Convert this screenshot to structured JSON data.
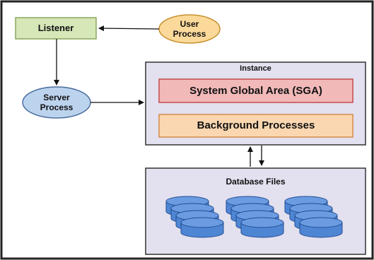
{
  "nodes": {
    "listener": "Listener",
    "user_process": "User\nProcess",
    "server_process": "Server\nProcess",
    "instance": "Instance",
    "sga": "System Global Area (SGA)",
    "background": "Background Processes",
    "database_files": "Database Files"
  },
  "colors": {
    "frame_border": "#222222",
    "listener_fill": "#d6e7b8",
    "listener_border": "#8aa65a",
    "user_fill": "#fbd99a",
    "user_border": "#c7902e",
    "server_fill": "#bcd3ee",
    "server_border": "#4c6e9e",
    "panel_fill": "#e3e0ef",
    "panel_border": "#333333",
    "sga_fill": "#f2b9b9",
    "sga_border": "#c64a4a",
    "bg_fill": "#fad7b0",
    "bg_border": "#d48b45",
    "disk_fill": "#4f86d4",
    "disk_border": "#224e94"
  }
}
